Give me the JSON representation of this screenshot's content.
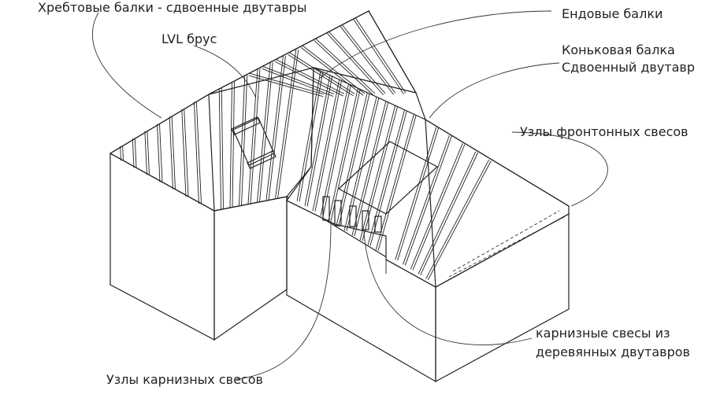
{
  "labels": {
    "hip_beams": "Хребтовые балки - сдвоенные двутавры",
    "lvl": "LVL брус",
    "valley": "Ендовые балки",
    "ridge_1": "Коньковая балка",
    "ridge_2": "Сдвоенный двутавр",
    "gable": "Узлы фронтонных свесов",
    "eave_overhang_1": "карнизные свесы из",
    "eave_overhang_2": "деревянных двутавров",
    "eave_nodes": "Узлы карнизных свесов"
  }
}
